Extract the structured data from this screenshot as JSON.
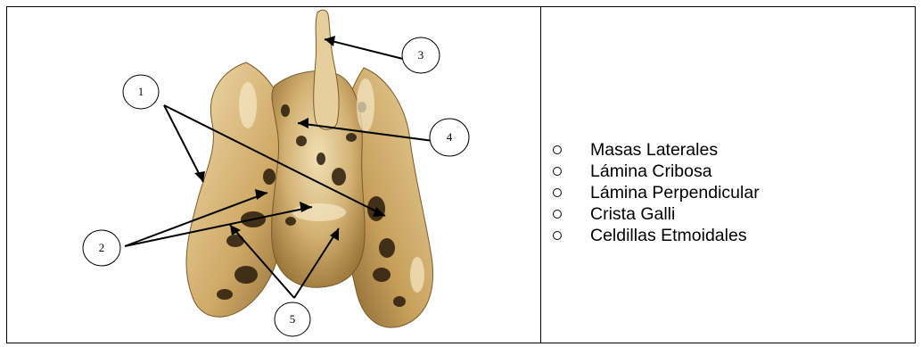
{
  "diagram": {
    "callouts": [
      {
        "id": "1",
        "label": "1"
      },
      {
        "id": "2",
        "label": "2"
      },
      {
        "id": "3",
        "label": "3"
      },
      {
        "id": "4",
        "label": "4"
      },
      {
        "id": "5",
        "label": "5"
      }
    ]
  },
  "legend": {
    "items": [
      {
        "label": "Masas Laterales"
      },
      {
        "label": "Lámina Cribosa"
      },
      {
        "label": "Lámina Perpendicular"
      },
      {
        "label": "Crista Galli"
      },
      {
        "label": "Celdillas Etmoidales"
      }
    ]
  },
  "colors": {
    "bone_light": "#e8d3a3",
    "bone_mid": "#c9a663",
    "bone_dark": "#7a5a2c",
    "shadow": "#2a1c0c"
  }
}
